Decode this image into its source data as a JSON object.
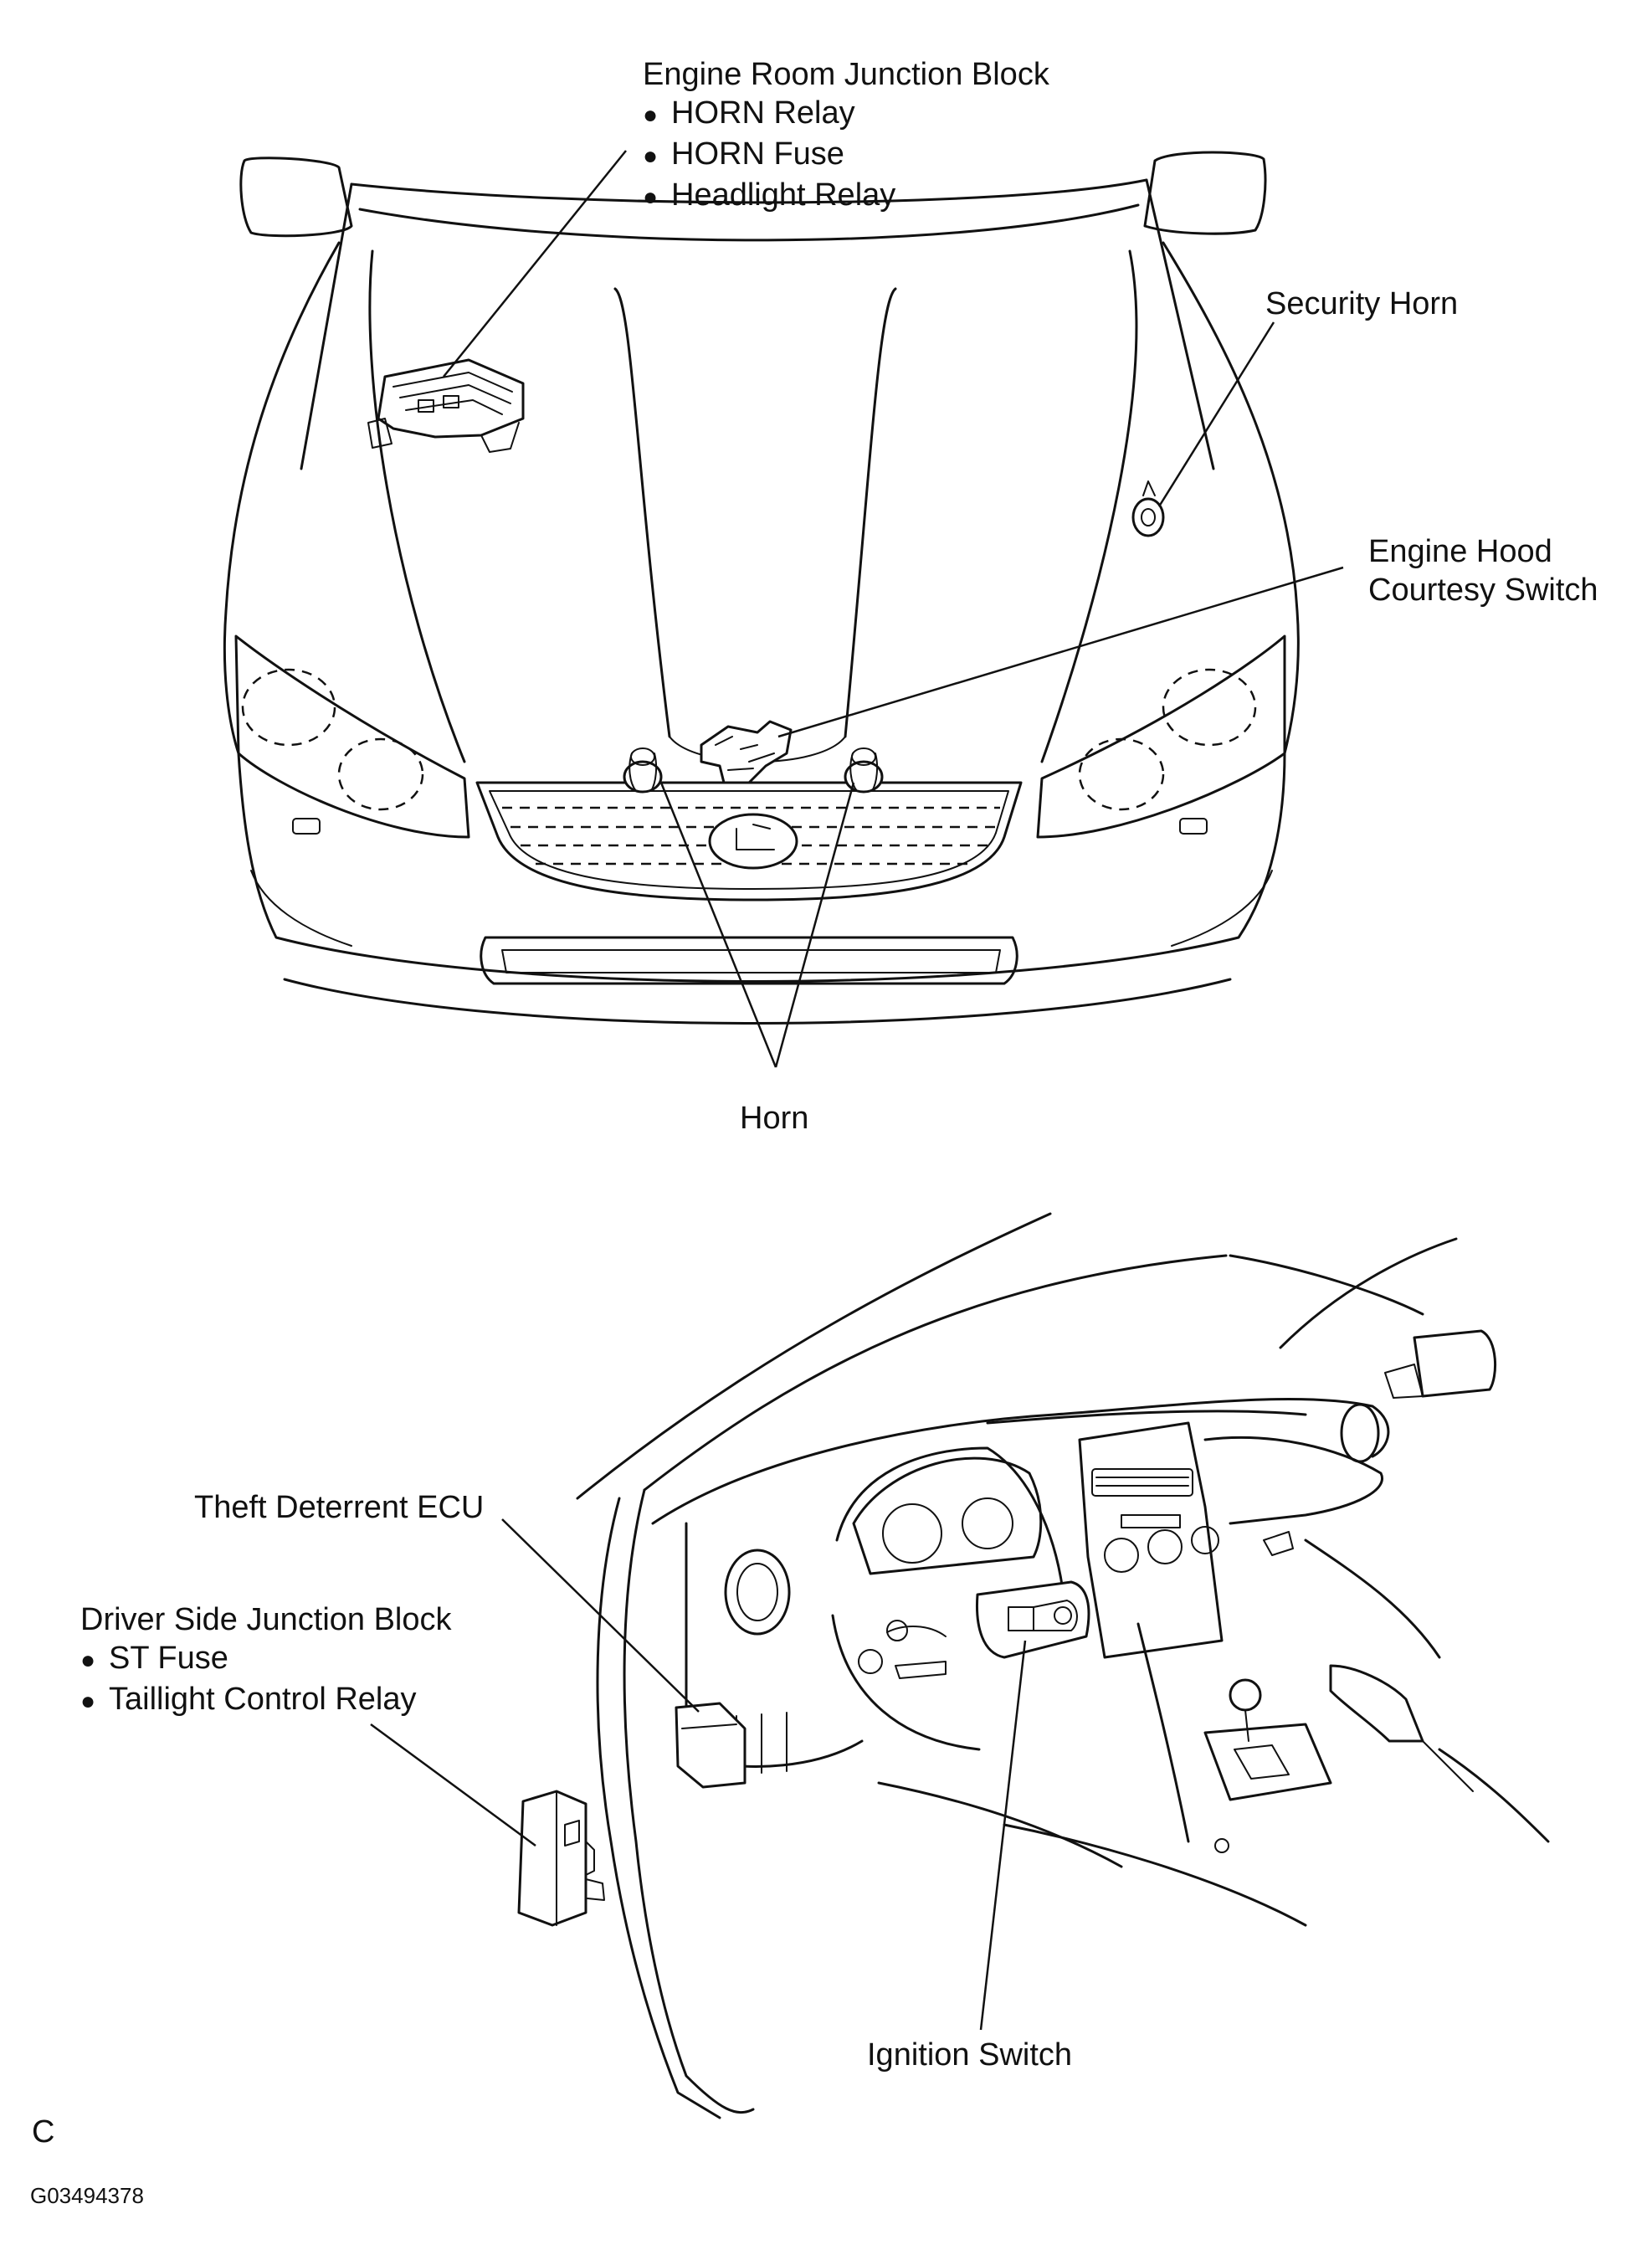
{
  "labels": {
    "engine_room_jb": {
      "title": "Engine Room Junction Block",
      "items": [
        "HORN Relay",
        "HORN Fuse",
        "Headlight Relay"
      ]
    },
    "security_horn": "Security Horn",
    "engine_hood_switch": [
      "Engine Hood",
      "Courtesy Switch"
    ],
    "horn": "Horn",
    "theft_ecu": "Theft Deterrent ECU",
    "driver_jb": {
      "title": "Driver Side Junction Block",
      "items": [
        "ST Fuse",
        "Taillight Control Relay"
      ]
    },
    "ignition_switch": "Ignition Switch"
  },
  "bullet": "●",
  "footer": {
    "letter": "C",
    "code": "G03494378"
  }
}
